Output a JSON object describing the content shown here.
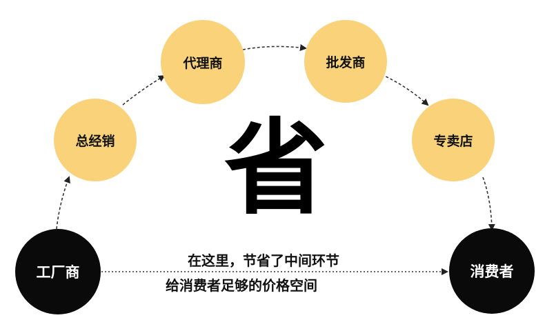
{
  "nodes": {
    "factory": "工厂商",
    "distributor": "总经销",
    "agent": "代理商",
    "wholesaler": "批发商",
    "store": "专卖店",
    "consumer": "消费者"
  },
  "center_char": "省",
  "caption": {
    "line1": "在这里，节省了中间环节",
    "line2": "给消费者足够的价格空间"
  },
  "colors": {
    "node_fill": "#f9d27a",
    "end_fill": "#0a0a0a",
    "arrow": "#333333"
  }
}
